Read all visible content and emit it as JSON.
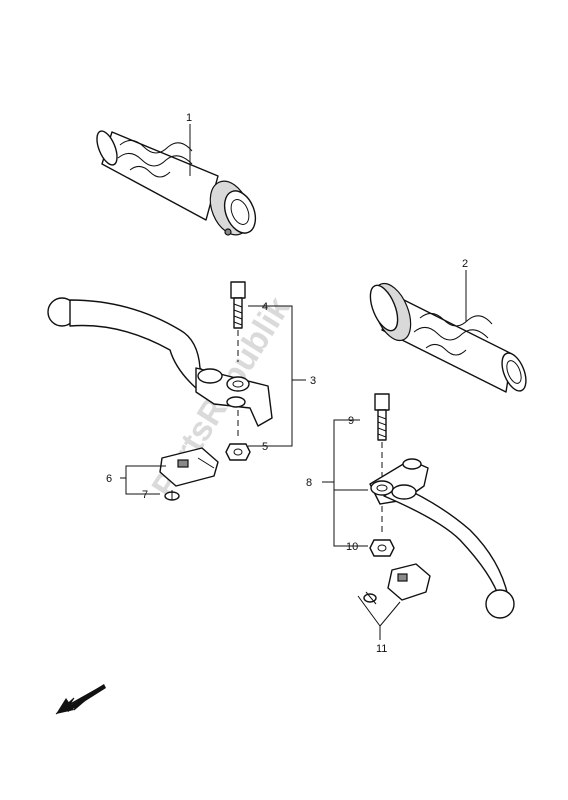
{
  "watermark": "PartsRepublik",
  "callouts": {
    "c1": "1",
    "c2": "2",
    "c3": "3",
    "c4": "4",
    "c5": "5",
    "c6": "6",
    "c7": "7",
    "c8": "8",
    "c9": "9",
    "c10": "10",
    "c11": "11"
  }
}
